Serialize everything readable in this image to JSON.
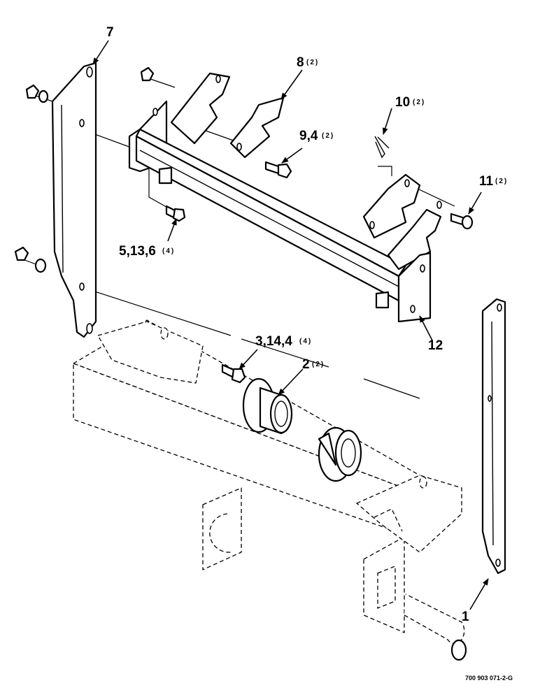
{
  "callouts": {
    "c1": {
      "num": "1"
    },
    "c2": {
      "num": "2",
      "qty": "(2)"
    },
    "c3": {
      "num": "3,14,4",
      "qty": "(4)"
    },
    "c5": {
      "num": "5,13,6",
      "qty": "(4)"
    },
    "c7": {
      "num": "7"
    },
    "c8": {
      "num": "8",
      "qty": "(2)"
    },
    "c9": {
      "num": "9,4",
      "qty": "(2)"
    },
    "c10": {
      "num": "10",
      "qty": "(2)"
    },
    "c11": {
      "num": "11",
      "qty": "(2)"
    },
    "c12": {
      "num": "12"
    }
  },
  "figure_id": "700 903 071-2-G"
}
